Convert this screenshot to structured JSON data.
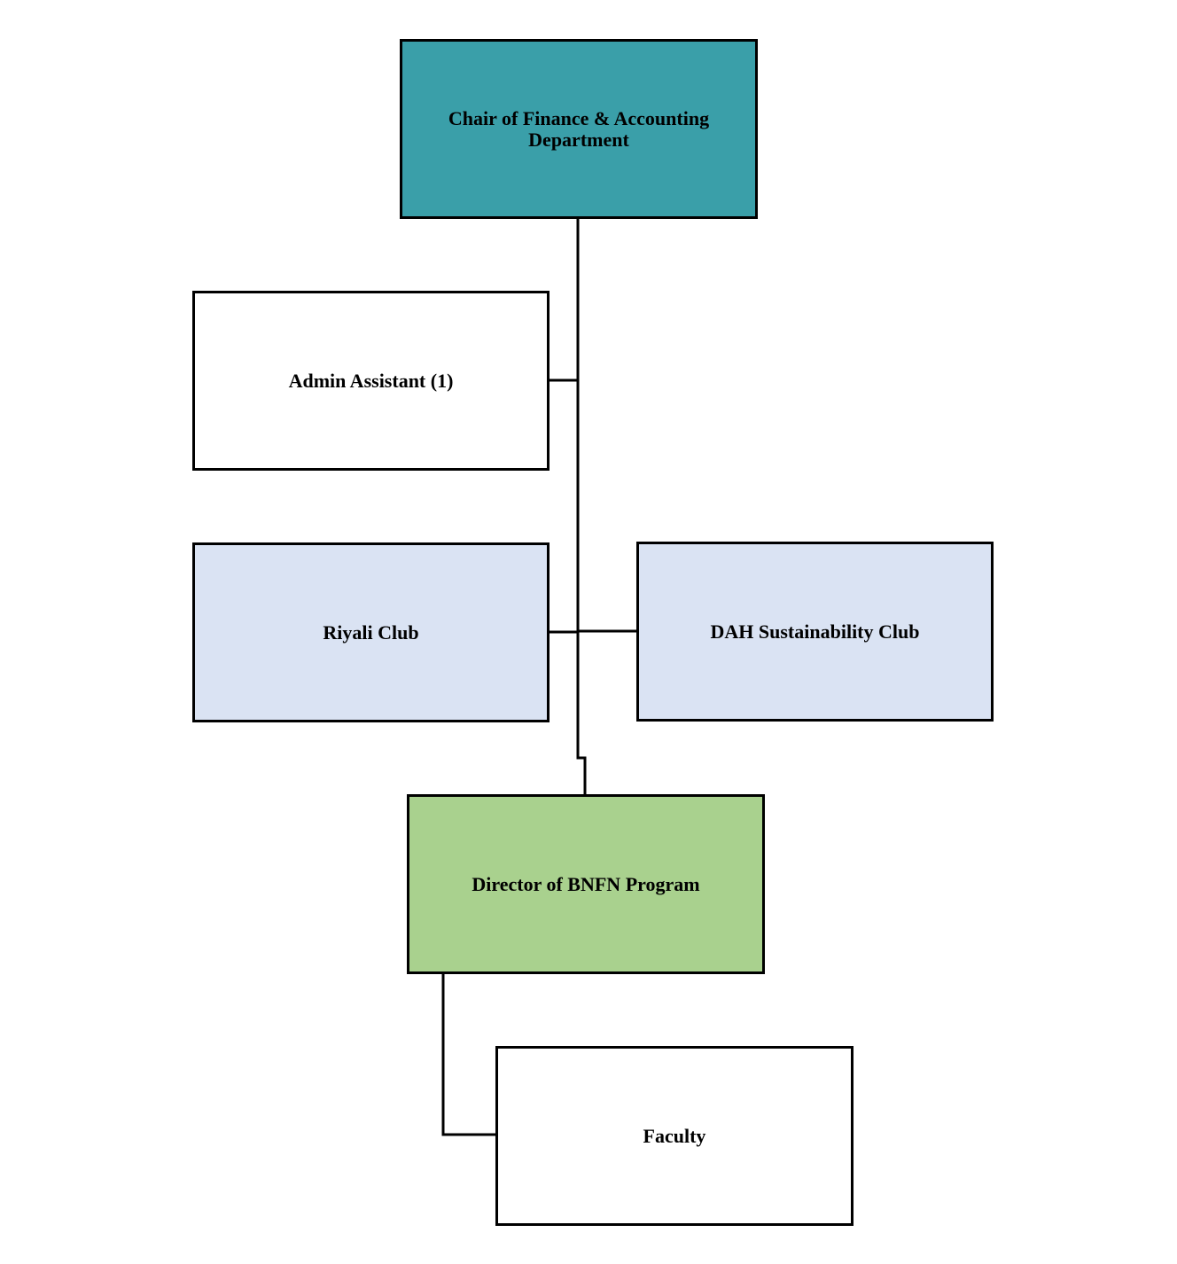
{
  "colors": {
    "chair_fill": "#3a9fa9",
    "club_fill": "#dae3f3",
    "director_fill": "#a9d18e",
    "plain_fill": "#ffffff",
    "line": "#000000"
  },
  "org_chart": {
    "nodes": {
      "chair": "Chair of Finance & Accounting Department",
      "admin": "Admin Assistant (1)",
      "riyali": "Riyali Club",
      "dah": "DAH Sustainability Club",
      "director": "Director of BNFN Program",
      "faculty": "Faculty"
    },
    "edges": [
      [
        "chair",
        "admin"
      ],
      [
        "chair",
        "riyali"
      ],
      [
        "chair",
        "dah"
      ],
      [
        "chair",
        "director"
      ],
      [
        "director",
        "faculty"
      ]
    ]
  }
}
